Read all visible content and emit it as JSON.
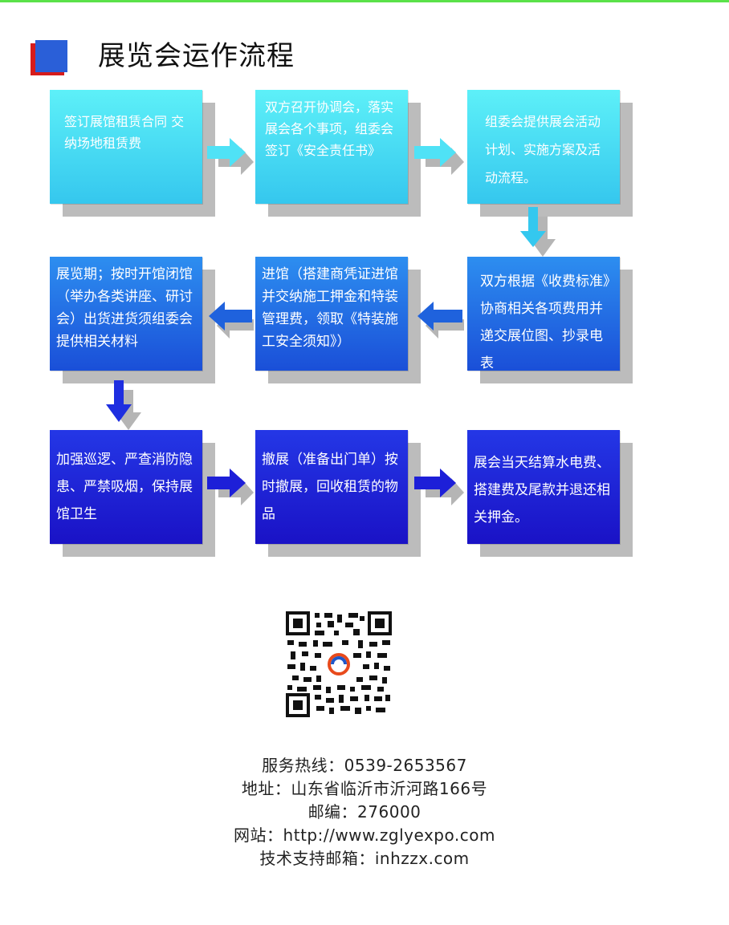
{
  "title": "展览会运作流程",
  "steps": [
    {
      "text": "签订展馆租赁合同 交纳场地租赁费"
    },
    {
      "text": "双方召开协调会，落实展会各个事项，组委会签订《安全责任书》"
    },
    {
      "text": "组委会提供展会活动计划、实施方案及活动流程。"
    },
    {
      "text": "双方根据《收费标准》协商相关各项费用并递交展位图、抄录电表"
    },
    {
      "text": "进馆（搭建商凭证进馆并交纳施工押金和特装管理费，领取《特装施工安全须知》）"
    },
    {
      "text": "展览期；按时开馆闭馆（举办各类讲座、研讨会）出货进货须组委会提供相关材料"
    },
    {
      "text": "加强巡逻、严查消防隐患、严禁吸烟，保持展馆卫生"
    },
    {
      "text": "撤展（准备出门单）按时撤展，回收租赁的物品"
    },
    {
      "text": "展会当天结算水电费、搭建费及尾款并退还相关押金。"
    }
  ],
  "footer": {
    "hotline": "服务热线：0539-2653567",
    "address": "地址：山东省临沂市沂河路166号",
    "postcode": "邮编：276000",
    "website": "网站：http://www.zglyexpo.com",
    "support": "技术支持邮箱：inhzzx.com"
  },
  "colors": {
    "row1": "#3fd3f2",
    "row2": "#2161e0",
    "row3": "#1f20d6",
    "accent_red": "#d61c1c",
    "accent_blue": "#2a5fd8"
  },
  "icons": {
    "title_mark": "square-mark-icon",
    "arrow": "arrow-icon",
    "qr": "qr-code-icon"
  }
}
